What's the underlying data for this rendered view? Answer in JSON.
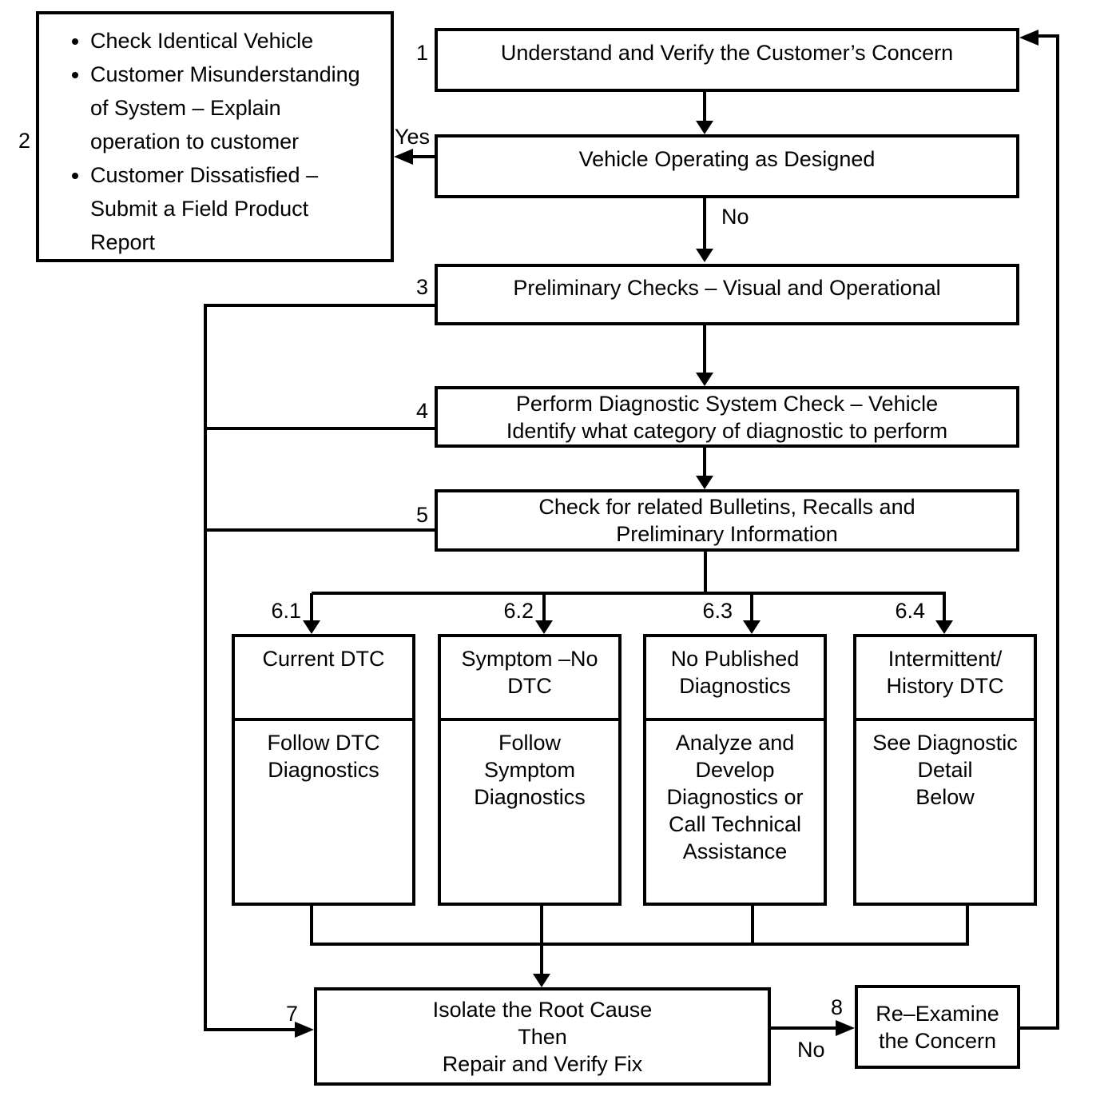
{
  "diagram": {
    "type": "flowchart",
    "background": "#ffffff",
    "line_color": "#000000"
  },
  "nodes": {
    "understand": {
      "step": "1",
      "text": "Understand and Verify the Customer’s Concern"
    },
    "customer_actions": {
      "step": "2",
      "items": [
        "Check Identical Vehicle",
        "Customer Misunderstanding of System – Explain operation to customer",
        "Customer Dissatisfied – Submit a Field Product Report"
      ]
    },
    "operating": {
      "text": "Vehicle Operating as Designed"
    },
    "preliminary": {
      "step": "3",
      "text": "Preliminary Checks – Visual and Operational"
    },
    "diagnostic_check": {
      "step": "4",
      "lines": [
        "Perform Diagnostic System Check – Vehicle",
        "Identify what category of diagnostic to perform"
      ]
    },
    "bulletins": {
      "step": "5",
      "lines": [
        "Check for related Bulletins, Recalls and",
        "Preliminary Information"
      ]
    },
    "branch_current_dtc": {
      "step": "6.1",
      "header": [
        "Current DTC"
      ],
      "body": [
        "Follow DTC",
        "Diagnostics"
      ]
    },
    "branch_symptom_no_dtc": {
      "step": "6.2",
      "header": [
        "Symptom –No",
        "DTC"
      ],
      "body": [
        "Follow",
        "Symptom",
        "Diagnostics"
      ]
    },
    "branch_no_published": {
      "step": "6.3",
      "header": [
        "No Published",
        "Diagnostics"
      ],
      "body": [
        "Analyze and",
        "Develop",
        "Diagnostics or",
        "Call Technical",
        "Assistance"
      ]
    },
    "branch_intermittent": {
      "step": "6.4",
      "header": [
        "Intermittent/",
        "History DTC"
      ],
      "body": [
        "See Diagnostic",
        "Detail",
        "Below"
      ]
    },
    "isolate": {
      "step": "7",
      "lines": [
        "Isolate the Root Cause",
        "Then",
        "Repair and Verify Fix"
      ]
    },
    "reexamine": {
      "step": "8",
      "lines": [
        "Re–Examine",
        "the Concern"
      ]
    }
  },
  "edge_labels": {
    "yes": "Yes",
    "no_operating": "No",
    "no_fix": "No"
  }
}
